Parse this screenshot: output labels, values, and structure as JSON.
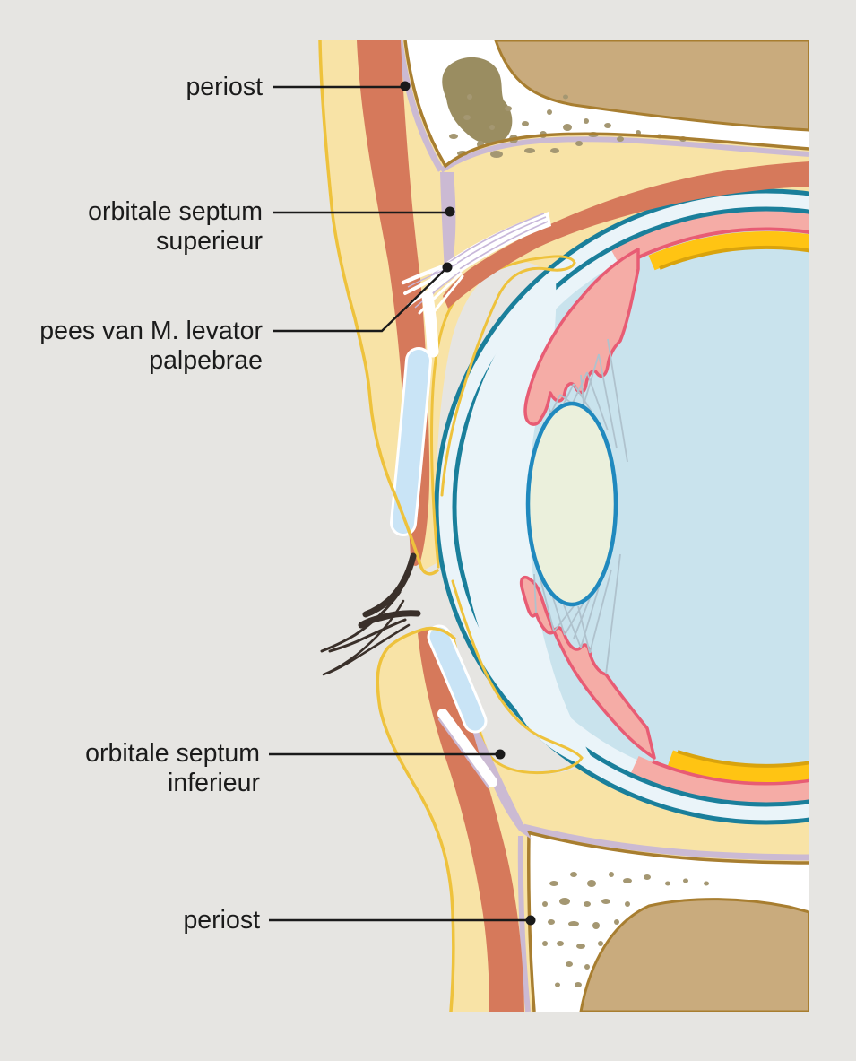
{
  "diagram": {
    "type": "anatomical-cross-section",
    "background_color": "#e6e5e2",
    "labels": [
      {
        "id": "periost-top",
        "lines": [
          "periost"
        ]
      },
      {
        "id": "septum-superieur",
        "lines": [
          "orbitale septum",
          "superieur"
        ]
      },
      {
        "id": "levator-pees",
        "lines": [
          "pees van M. levator",
          "palpebrae"
        ]
      },
      {
        "id": "septum-inferieur",
        "lines": [
          "orbitale septum",
          "inferieur"
        ]
      },
      {
        "id": "periost-bottom",
        "lines": [
          "periost"
        ]
      }
    ],
    "colors": {
      "skin_fill": "#f8e3a6",
      "skin_outline": "#eec23c",
      "muscle": "#d6795b",
      "bone_outline": "#a87e30",
      "bone_marrow": "#c9ab7d",
      "bone_speckle": "#a49772",
      "sinus_blob": "#9a8d61",
      "periosteum": "#cbbad3",
      "eye_ring": "#1a7f9b",
      "sclera_fill": "#eaf4f9",
      "choroid": "#f5aca6",
      "choroid_outline": "#e85c74",
      "retina": "#ffc413",
      "retina_outline": "#d9a30d",
      "vitreous": "#c9e3ed",
      "lens_fill": "#ebf0dc",
      "lens_outline": "#2089be",
      "zonule": "#afc2cd",
      "tarsal_plate": "#c9e4f6",
      "tendon_streak": "#c8b8da",
      "eyelash": "#3a302a",
      "label_text": "#1b1b1b"
    }
  }
}
